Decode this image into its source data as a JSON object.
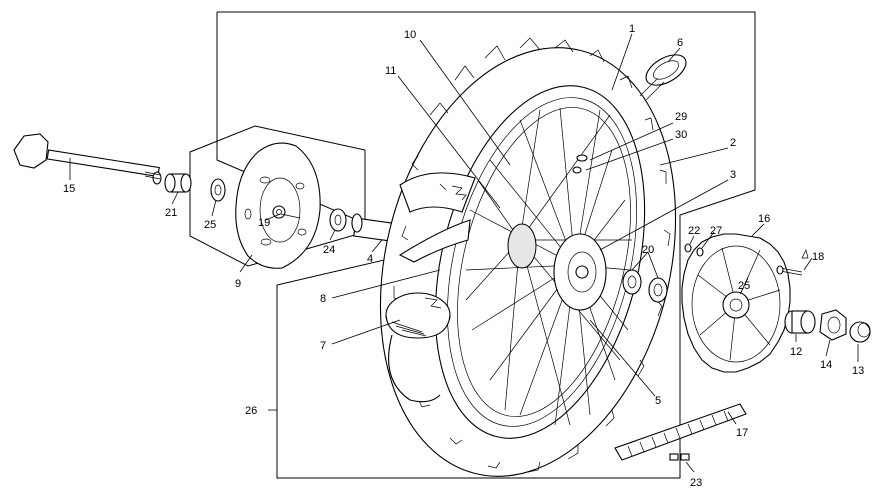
{
  "labels": {
    "l1": "1",
    "l2": "2",
    "l3": "3",
    "l4": "4",
    "l5": "5",
    "l6": "6",
    "l7": "7",
    "l8": "8",
    "l9": "9",
    "l10": "10",
    "l11": "11",
    "l12": "12",
    "l13": "13",
    "l14": "14",
    "l15": "15",
    "l16": "16",
    "l17": "17",
    "l18": "18",
    "l19": "19",
    "l20": "20",
    "l21": "21",
    "l22": "22",
    "l23": "23",
    "l24": "24",
    "l25a": "25",
    "l25b": "25",
    "l26": "26",
    "l27": "27",
    "l29": "29",
    "l30": "30"
  }
}
